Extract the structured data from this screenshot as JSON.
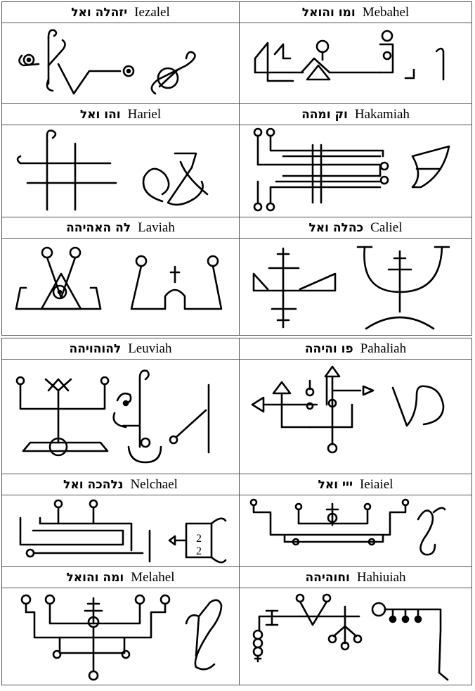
{
  "tables": [
    {
      "rows": [
        {
          "left": {
            "hebrew": "יזהלה ואל",
            "name": "Iezalel"
          },
          "right": {
            "hebrew": "ומו והואל",
            "name": "Mebahel"
          }
        },
        {
          "left": {
            "hebrew": "והו ואל",
            "name": "Hariel"
          },
          "right": {
            "hebrew": "וק ומהה",
            "name": "Hakamiah"
          }
        },
        {
          "left": {
            "hebrew": "לה האהיהה",
            "name": "Laviah"
          },
          "right": {
            "hebrew": "כהלה ואל",
            "name": "Caliel"
          }
        }
      ]
    },
    {
      "rows": [
        {
          "left": {
            "hebrew": "להוהויהה",
            "name": "Leuviah"
          },
          "right": {
            "hebrew": "פו והיהה",
            "name": "Pahaliah"
          }
        },
        {
          "left": {
            "hebrew": "נלהכה ואל",
            "name": "Nelchael"
          },
          "right": {
            "hebrew": "ייי ואל",
            "name": "Ieiaiel"
          }
        },
        {
          "left": {
            "hebrew": "ומה והואל",
            "name": "Melahel"
          },
          "right": {
            "hebrew": "וחוהיהה",
            "name": "Hahiuiah"
          }
        }
      ]
    }
  ],
  "sigil_icons": [
    "iezalel-sigil-icon",
    "mebahel-sigil-icon",
    "hariel-sigil-icon",
    "hakamiah-sigil-icon",
    "laviah-sigil-icon",
    "caliel-sigil-icon",
    "leuviah-sigil-icon",
    "pahaliah-sigil-icon",
    "nelchael-sigil-icon",
    "ieiaiel-sigil-icon",
    "melahel-sigil-icon",
    "hahiuiah-sigil-icon"
  ]
}
